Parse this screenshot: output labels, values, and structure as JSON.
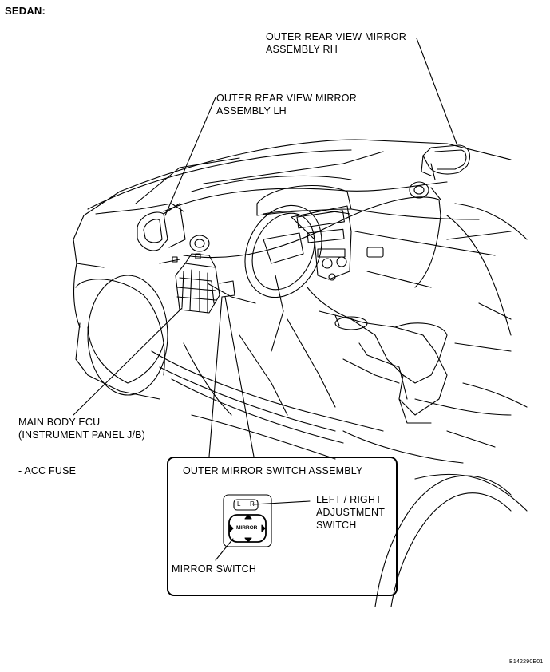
{
  "header": {
    "model": "SEDAN:"
  },
  "labels": {
    "mirror_rh_line1": "OUTER REAR VIEW MIRROR",
    "mirror_rh_line2": "ASSEMBLY RH",
    "mirror_lh_line1": "OUTER REAR VIEW MIRROR",
    "mirror_lh_line2": "ASSEMBLY LH",
    "ecu_line1": "MAIN BODY ECU",
    "ecu_line2": "(INSTRUMENT PANEL J/B)",
    "acc_fuse": "- ACC FUSE"
  },
  "inset": {
    "title": "OUTER MIRROR SWITCH ASSEMBLY",
    "lr_line1": "LEFT / RIGHT",
    "lr_line2": "ADJUSTMENT",
    "lr_line3": "SWITCH",
    "mirror_switch": "MIRROR SWITCH",
    "switch_left": "L",
    "switch_right": "R",
    "mirror_text": "MIRROR"
  },
  "footer": {
    "code": "B142290E01"
  }
}
